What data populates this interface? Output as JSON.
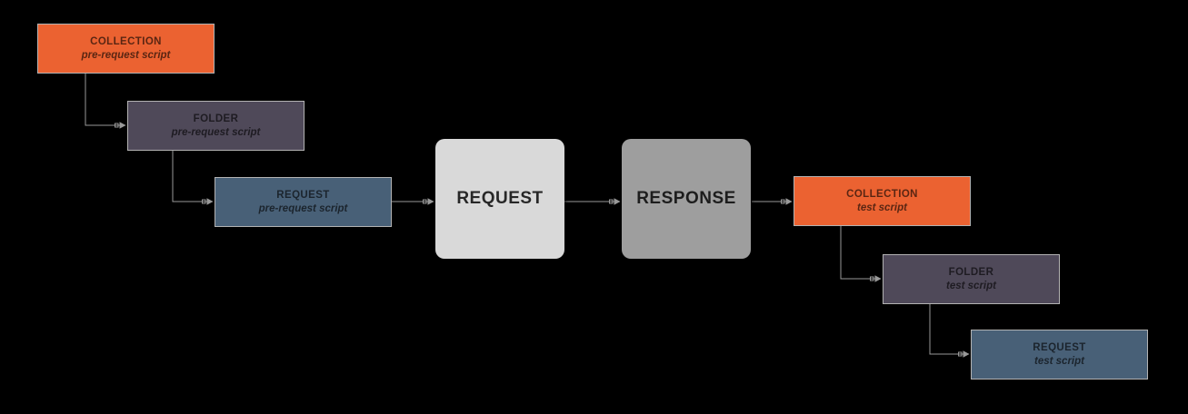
{
  "colors": {
    "background": "#000000",
    "collection_fill": "#EB6231",
    "folder_fill": "#4F4959",
    "request_fill": "#486077",
    "request_stage_fill": "#D9D9D9",
    "response_stage_fill": "#9E9E9E",
    "wire": "#999999",
    "node_border": "#B3B3B3",
    "label_text": "#2B2B2B"
  },
  "nodes": [
    {
      "id": "collection-pre",
      "title": "COLLECTION",
      "subtitle": "pre-request script"
    },
    {
      "id": "folder-pre",
      "title": "FOLDER",
      "subtitle": "pre-request script"
    },
    {
      "id": "request-pre",
      "title": "REQUEST",
      "subtitle": "pre-request script"
    },
    {
      "id": "request-stage",
      "title": "REQUEST"
    },
    {
      "id": "response-stage",
      "title": "RESPONSE"
    },
    {
      "id": "collection-test",
      "title": "COLLECTION",
      "subtitle": "test script"
    },
    {
      "id": "folder-test",
      "title": "FOLDER",
      "subtitle": "test script"
    },
    {
      "id": "request-test",
      "title": "REQUEST",
      "subtitle": "test script"
    }
  ],
  "connections": [
    {
      "from": "collection-pre",
      "to": "folder-pre"
    },
    {
      "from": "folder-pre",
      "to": "request-pre"
    },
    {
      "from": "request-pre",
      "to": "request-stage"
    },
    {
      "from": "request-stage",
      "to": "response-stage"
    },
    {
      "from": "response-stage",
      "to": "collection-test"
    },
    {
      "from": "collection-test",
      "to": "folder-test"
    },
    {
      "from": "folder-test",
      "to": "request-test"
    }
  ]
}
